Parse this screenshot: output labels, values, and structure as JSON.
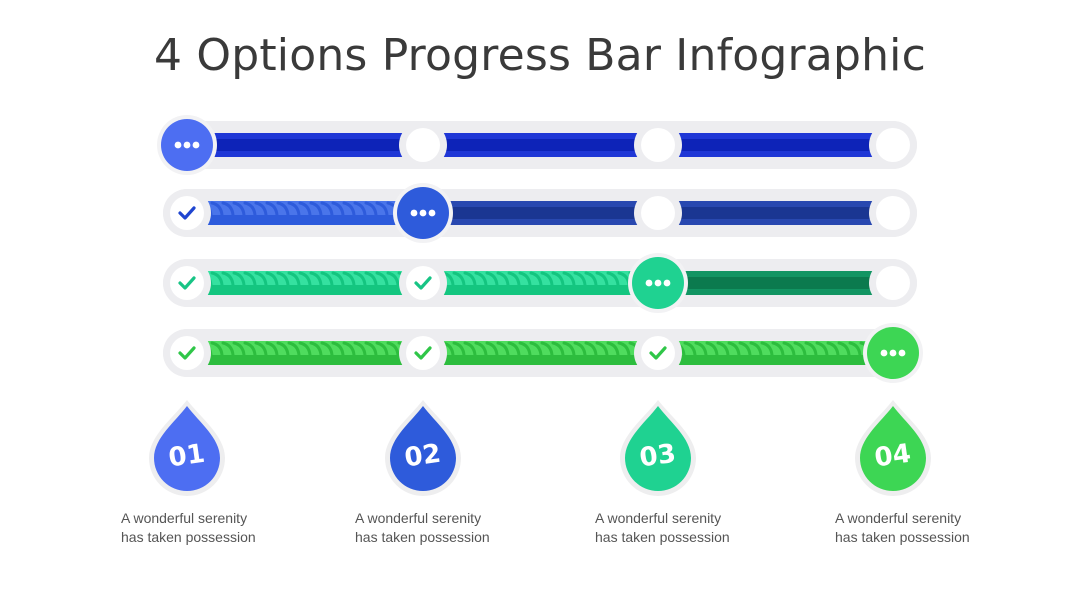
{
  "title": "4 Options Progress Bar Infographic",
  "colors": {
    "blue_bright": "#4d6ef2",
    "blue_navy": "#0d23b8",
    "blue_mid": "#2e5bdb",
    "blue_dark_navy": "#1a3692",
    "green_teal": "#1fd291",
    "green_dark": "#0b7a4e",
    "green_bright": "#3dd654",
    "track_gray": "#ededf0"
  },
  "bars": [
    {
      "progress_step": 0,
      "fill": "#0d23b8",
      "highlight": "#1f37d6",
      "rest": "#0d23b8",
      "rest_highlight": "#1f37d6",
      "active": "#4d6ef2",
      "check": "#1f45d0"
    },
    {
      "progress_step": 1,
      "fill": "#2e5bdb",
      "highlight": "#4a75ea",
      "rest": "#1a3692",
      "rest_highlight": "#2848b0",
      "active": "#2e5bdb",
      "check": "#1f45d0"
    },
    {
      "progress_step": 2,
      "fill": "#14c580",
      "highlight": "#35e1a0",
      "rest": "#0b7a4e",
      "rest_highlight": "#129563",
      "active": "#1fd291",
      "check": "#17c485"
    },
    {
      "progress_step": 3,
      "fill": "#2dbd3e",
      "highlight": "#4fdc5e",
      "rest": "#2dbd3e",
      "rest_highlight": "#4fdc5e",
      "active": "#3dd654",
      "check": "#2fc648"
    }
  ],
  "options": [
    {
      "number": "01",
      "color": "#4d6ef2",
      "text_line1": "A wonderful serenity",
      "text_line2": "has taken possession"
    },
    {
      "number": "02",
      "color": "#2e5bdb",
      "text_line1": "A wonderful serenity",
      "text_line2": "has taken possession"
    },
    {
      "number": "03",
      "color": "#1fd291",
      "text_line1": "A wonderful serenity",
      "text_line2": "has taken possession"
    },
    {
      "number": "04",
      "color": "#3dd654",
      "text_line1": "A wonderful serenity",
      "text_line2": "has taken possession"
    }
  ]
}
